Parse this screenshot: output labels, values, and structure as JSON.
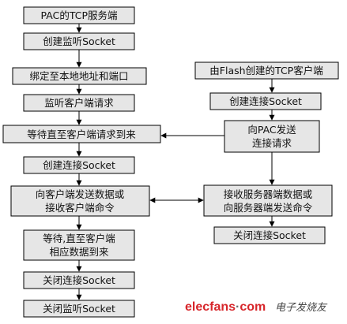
{
  "server_flow": {
    "title": "PAC的TCP服务端",
    "step1": "创建监听Socket",
    "step2": "绑定至本地地址和端口",
    "step3": "监听客户端请求",
    "step4": "等待直至客户端请求到来",
    "step5": "创建连接Socket",
    "step6_line1": "向客户端发送数据或",
    "step6_line2": "接收客户端命令",
    "step7_line1": "等待,直至客户端",
    "step7_line2": "相应数据到来",
    "step8": "关闭连接Socket",
    "step9": "关闭监听Socket"
  },
  "client_flow": {
    "title": "由Flash创建的TCP客户端",
    "step1": "创建连接Socket",
    "step2_line1": "向PAC发送",
    "step2_line2": "连接请求",
    "step3_line1": "接收服务器端数据或",
    "step3_line2": "向服务器端发送命令",
    "step4": "关闭连接Socket"
  },
  "watermark": {
    "brand": "elecfans",
    "dot": "·",
    "tld": "com",
    "cn": "电子发烧友"
  },
  "colors": {
    "box_fill": "#e6e6e6",
    "stroke": "#000000",
    "wm_red": "#d7262b",
    "wm_gray": "#6d6d6d"
  }
}
